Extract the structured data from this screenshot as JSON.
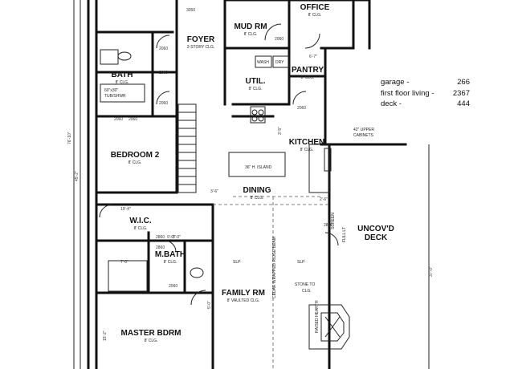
{
  "rooms": {
    "office": {
      "name": "OFFICE",
      "clg": "8' CLG."
    },
    "mud_rm": {
      "name": "MUD RM",
      "clg": "8' CLG."
    },
    "foyer": {
      "name": "FOYER",
      "clg": "2-STORY CLG."
    },
    "bath": {
      "name": "BATH",
      "clg": "8' CLG."
    },
    "pantry": {
      "name": "PANTRY",
      "clg": "8' CLG."
    },
    "util": {
      "name": "UTIL.",
      "clg": "8' CLG."
    },
    "kitchen": {
      "name": "KITCHEN",
      "clg": "8' CLG."
    },
    "bedroom2": {
      "name": "BEDROOM 2",
      "clg": "8' CLG."
    },
    "dining": {
      "name": "DINING",
      "clg": "8' CLG."
    },
    "wic": {
      "name": "W.I.C.",
      "clg": "8' CLG."
    },
    "mbath": {
      "name": "M.BATH",
      "clg": "8' CLG."
    },
    "family": {
      "name": "FAMILY RM",
      "clg": "8' VAULTED CLG."
    },
    "deck": {
      "name1": "UNCOV'D",
      "name2": "DECK"
    },
    "master": {
      "name": "MASTER BDRM",
      "clg": "8' CLG."
    }
  },
  "labels": {
    "island": "36\" H. ISLAND",
    "upper_cab1": "42\" UPPER",
    "upper_cab2": "CABINETS",
    "wash": "WASH",
    "dry": "DRY",
    "tub": "60\"x30\"",
    "tub2": "TUB/SHWR",
    "slp1": "SLP",
    "slp2": "SLP",
    "beam": "CEDAR WRAPPED RIDGE BEAM",
    "stone1": "STONE TO",
    "stone2": "CLG.",
    "hearth": "RAISED HEARTH",
    "full_lt": "FULL LT",
    "screen": "SCREEN"
  },
  "dims": {
    "d3050": "3050",
    "d2060a": "2060",
    "d2060b": "2060",
    "d2060c": "2060",
    "d2060d": "2060",
    "d2060e": "2060",
    "d2060f": "2060",
    "d2060g": "2060",
    "d2060h": "2060",
    "d2860a": "2860",
    "d2860b": "2860",
    "d2860c": "2860",
    "d19_4": "19'-4\"",
    "d9_0": "9'-0\"",
    "d7_0": "7'-0\"",
    "d8_0": "8'-0\"",
    "d6_7": "6'-7\"",
    "d3_6": "3'-6\"",
    "d2_6": "2'-6\"",
    "d3_5": "3'-5\"",
    "d76_10": "76'-10\"",
    "d45_2": "45'-2\"",
    "d37_0": "37'-0\"",
    "d15_2": "15'-2\"",
    "d5_0": "5'-0\""
  },
  "areas": {
    "rows": [
      {
        "label": "garage -",
        "value": "266"
      },
      {
        "label": "first floor living -",
        "value": "2367"
      },
      {
        "label": "deck -",
        "value": "444"
      }
    ]
  }
}
